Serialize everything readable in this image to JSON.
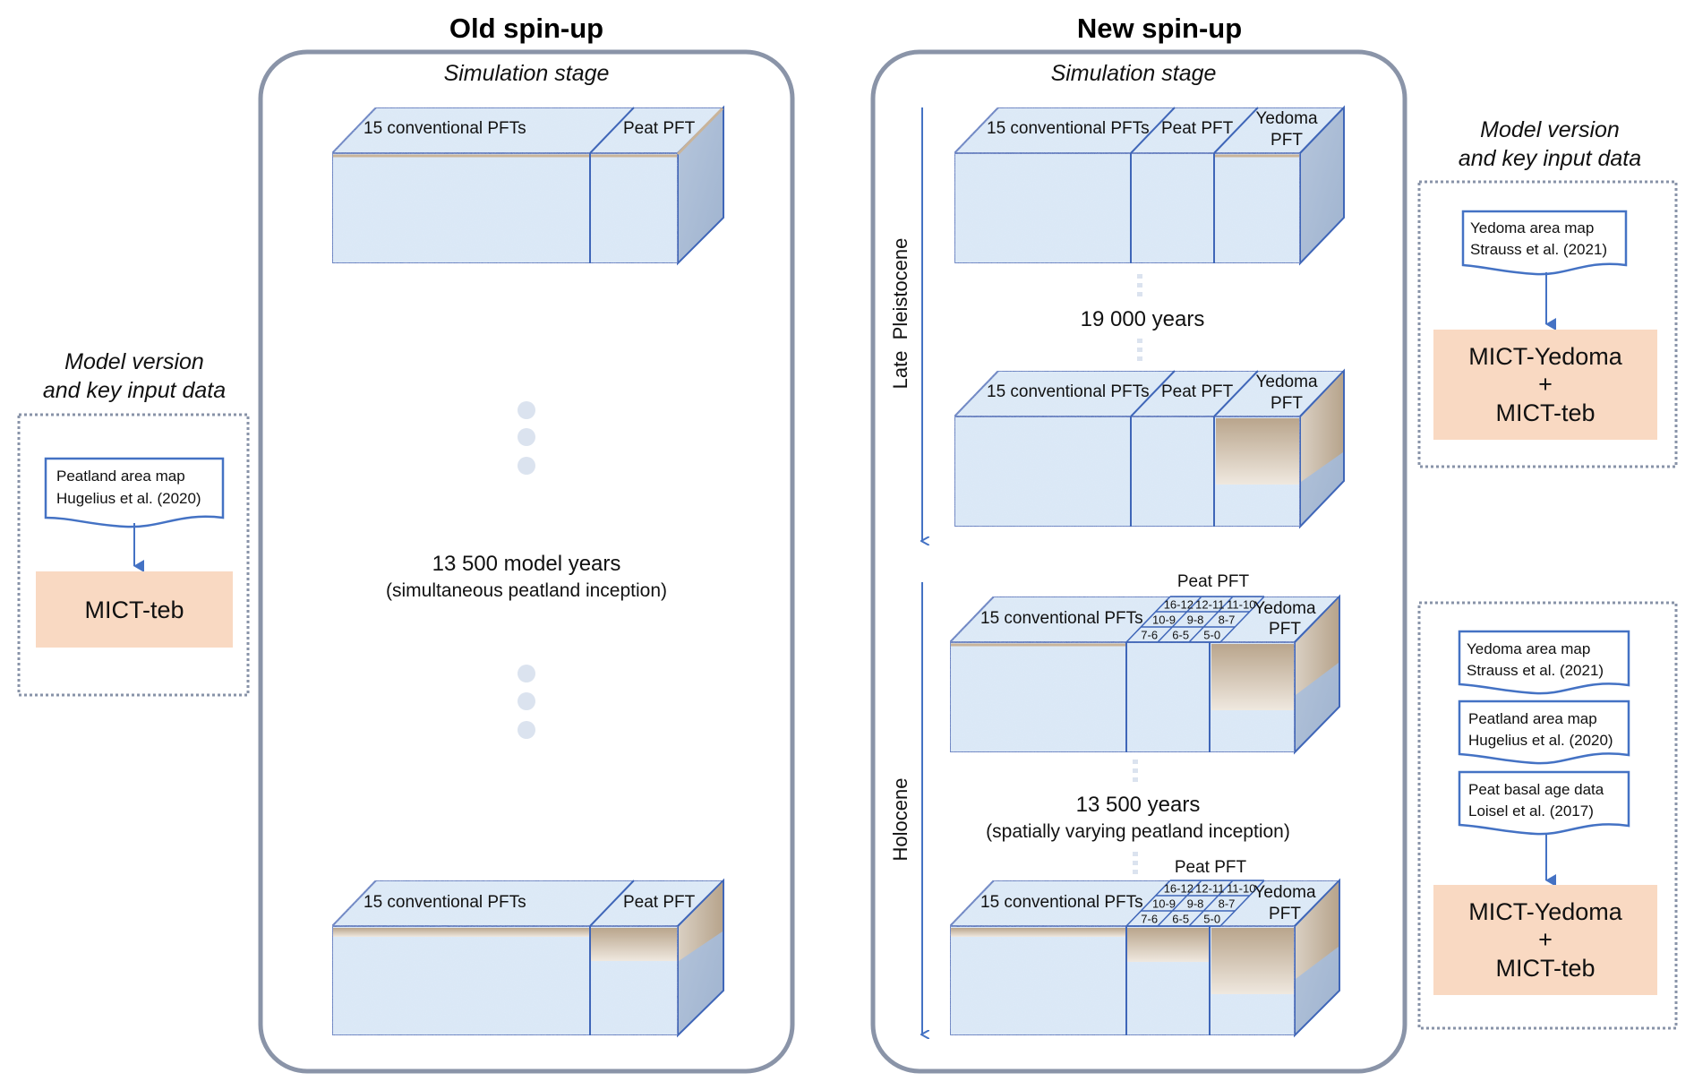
{
  "old_spinup": {
    "title": "Old spin-up",
    "stage_label": "Simulation stage",
    "top_block": {
      "conventional_label": "15 conventional PFTs",
      "peat_label": "Peat PFT"
    },
    "duration_main": "13 500 model years",
    "duration_sub": "(simultaneous peatland inception)",
    "bottom_block": {
      "conventional_label": "15 conventional PFTs",
      "peat_label": "Peat PFT"
    }
  },
  "new_spinup": {
    "title": "New spin-up",
    "stage_label": "Simulation stage",
    "period_1": "Late  Pleistocene",
    "period_2": "Holocene",
    "block_1": {
      "conventional_label": "15 conventional PFTs",
      "peat_label": "Peat PFT",
      "yedoma_label_1": "Yedoma",
      "yedoma_label_2": "PFT"
    },
    "duration_1": "19 000 years",
    "block_2": {
      "conventional_label": "15 conventional PFTs",
      "peat_label": "Peat PFT",
      "yedoma_label_1": "Yedoma",
      "yedoma_label_2": "PFT"
    },
    "block_3": {
      "conventional_label": "15 conventional PFTs",
      "peat_label": "Peat PFT",
      "yedoma_label_1": "Yedoma",
      "yedoma_label_2": "PFT"
    },
    "duration_2_main": "13 500 years",
    "duration_2_sub": "(spatially varying peatland inception)",
    "block_4": {
      "conventional_label": "15 conventional PFTs",
      "peat_label": "Peat PFT",
      "yedoma_label_1": "Yedoma",
      "yedoma_label_2": "PFT"
    },
    "peat_age_grid": [
      [
        "16-12",
        "12-11",
        "11-10"
      ],
      [
        "10-9",
        "9-8",
        "8-7"
      ],
      [
        "7-6",
        "6-5",
        "5-0"
      ]
    ]
  },
  "left_model": {
    "heading_1": "Model version",
    "heading_2": "and key input data",
    "inputs": [
      {
        "line1": "Peatland area map",
        "line2": "Hugelius et al. (2020)"
      }
    ],
    "model_lines": [
      "MICT-teb"
    ]
  },
  "right_model_top": {
    "heading_1": "Model version",
    "heading_2": "and key input data",
    "inputs": [
      {
        "line1": "Yedoma area map",
        "line2": "Strauss et al. (2021)"
      }
    ],
    "model_lines": [
      "MICT-Yedoma",
      "+",
      "MICT-teb"
    ]
  },
  "right_model_bottom": {
    "inputs": [
      {
        "line1": "Yedoma area map",
        "line2": "Strauss et al. (2021)"
      },
      {
        "line1": "Peatland area map",
        "line2": "Hugelius et al. (2020)"
      },
      {
        "line1": "Peat basal age data",
        "line2": "Loisel et al. (2017)"
      }
    ],
    "model_lines": [
      "MICT-Yedoma",
      "+",
      "MICT-teb"
    ]
  },
  "colors": {
    "panel_border": "#8a94a8",
    "block_edge": "#3f66b8",
    "block_face": "#d9e7f6",
    "block_side": "#a9bcd6",
    "peat_top": "#bba88f",
    "peat_bottom": "#ede5db",
    "model_fill": "#f9d9c2",
    "doc_border": "#4472c4",
    "dots": "#dbe3ef"
  }
}
